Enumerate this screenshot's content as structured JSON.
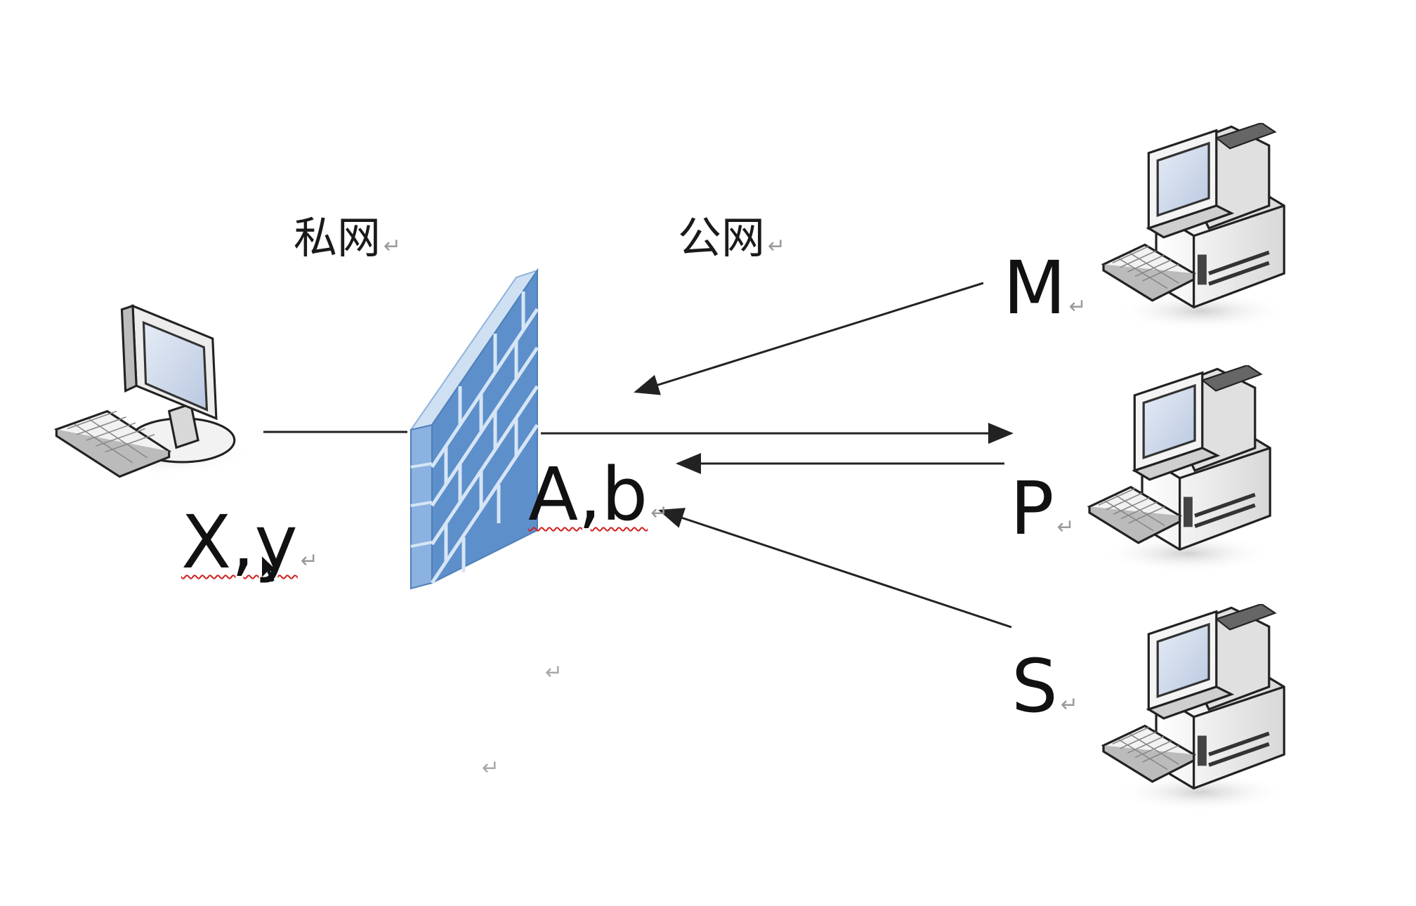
{
  "labels": {
    "private_net": "私网",
    "public_net": "公网",
    "client_addr": "X,y",
    "nat_addr": "A,b",
    "server_m": "M",
    "server_p": "P",
    "server_s": "S"
  },
  "paragraph_mark": "↵",
  "colors": {
    "firewall_brick": "#7aa7d8",
    "firewall_top": "#cfe0f3",
    "firewall_side": "#4f7fb8",
    "line": "#222222",
    "spellcheck": "#d02020"
  },
  "icons": [
    "computer-icon",
    "firewall-icon",
    "cursor-icon"
  ]
}
